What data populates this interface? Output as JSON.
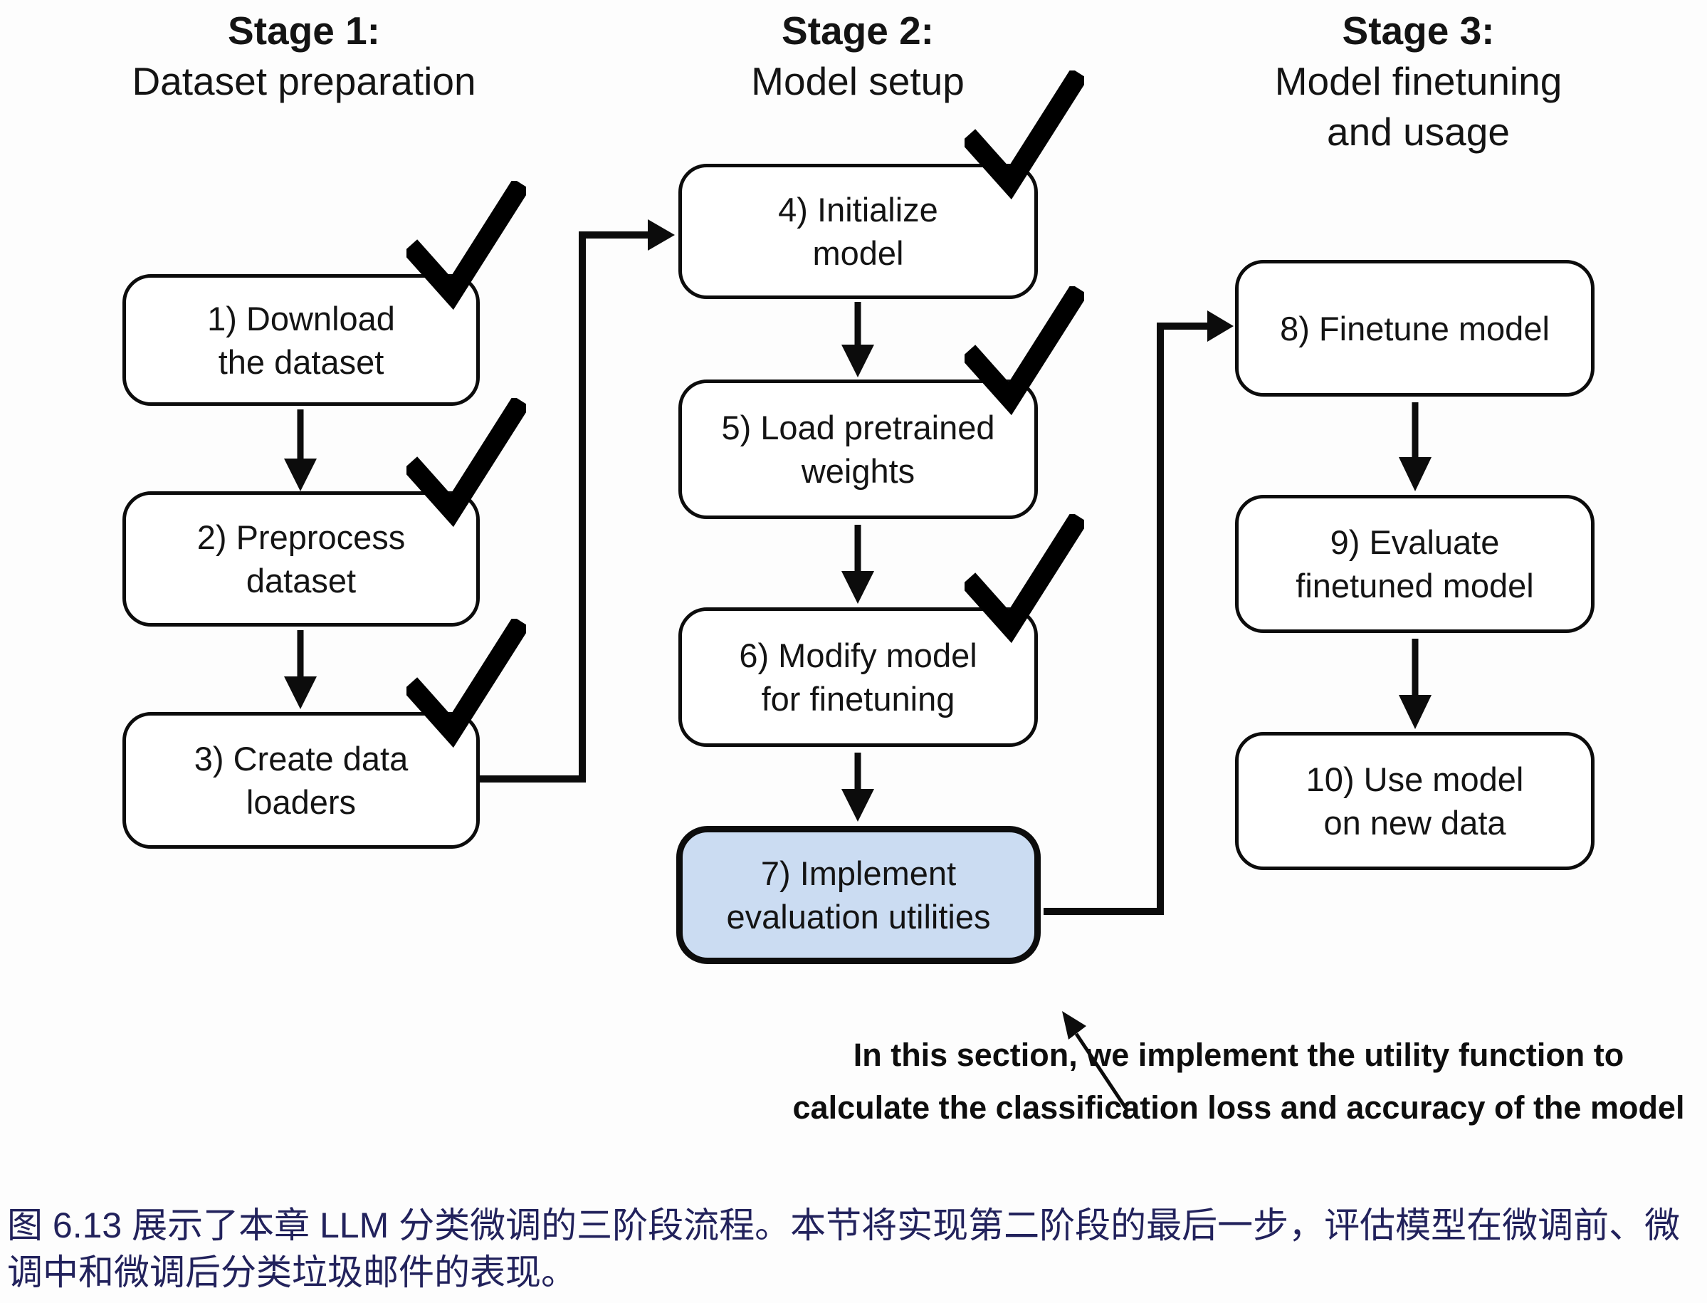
{
  "figure": {
    "stages": [
      {
        "title": "Stage 1:",
        "subtitle": "Dataset preparation"
      },
      {
        "title": "Stage 2:",
        "subtitle": "Model setup"
      },
      {
        "title": "Stage 3:",
        "subtitle": "Model finetuning\nand usage"
      }
    ],
    "boxes": [
      {
        "id": 1,
        "label": "1) Download\nthe dataset",
        "checked": true,
        "highlighted": false
      },
      {
        "id": 2,
        "label": "2) Preprocess\ndataset",
        "checked": true,
        "highlighted": false
      },
      {
        "id": 3,
        "label": "3) Create data\nloaders",
        "checked": true,
        "highlighted": false
      },
      {
        "id": 4,
        "label": "4) Initialize\nmodel",
        "checked": true,
        "highlighted": false
      },
      {
        "id": 5,
        "label": "5) Load pretrained\nweights",
        "checked": true,
        "highlighted": false
      },
      {
        "id": 6,
        "label": "6) Modify model\nfor finetuning",
        "checked": true,
        "highlighted": false
      },
      {
        "id": 7,
        "label": "7) Implement\nevaluation utilities",
        "checked": false,
        "highlighted": true
      },
      {
        "id": 8,
        "label": "8) Finetune model",
        "checked": false,
        "highlighted": false
      },
      {
        "id": 9,
        "label": "9) Evaluate\nfinetuned model",
        "checked": false,
        "highlighted": false
      },
      {
        "id": 10,
        "label": "10) Use model\non new data",
        "checked": false,
        "highlighted": false
      }
    ],
    "annotation": "In this section, we implement the utility function to\ncalculate the classification loss and accuracy of the model",
    "icons": {
      "checkmark": "checkmark-icon",
      "arrow_down": "arrow-down-icon",
      "elbow_connector": "elbow-connector-arrow",
      "annotation_arrow": "annotation-pointer-arrow"
    },
    "colors": {
      "highlight_fill": "#cbdcf2",
      "box_border": "#0c0c0c",
      "line_color": "#0c0c0c",
      "caption_text": "#22225c"
    }
  },
  "caption": {
    "line1": "图 6.13 展示了本章 LLM 分类微调的三阶段流程。本节将实现第二阶段的最后一步，评估模型在微调前、微",
    "line2": "调中和微调后分类垃圾邮件的表现。"
  }
}
